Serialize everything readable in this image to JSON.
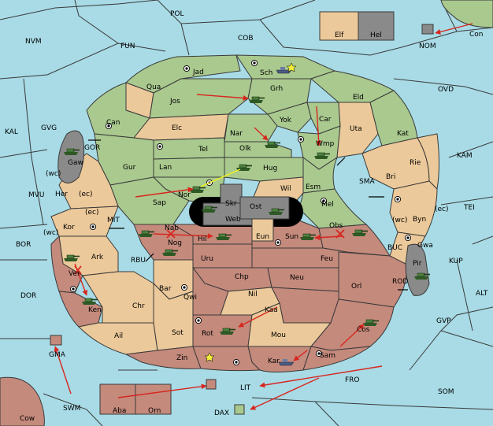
{
  "colors": {
    "sea": "#a8dbe6",
    "green": "#a9c98e",
    "tan": "#ecc99a",
    "rose": "#c48a7c",
    "gray": "#8a8a8a",
    "hub": "#888888",
    "line": "#3a3a3a",
    "unit": "#4d7f3e",
    "order": "#d8261e",
    "support": "#f4f41a"
  },
  "map_labels": {
    "pol": "POL",
    "nvm": "NVM",
    "fun": "FUN",
    "cob": "COB",
    "con": "Con",
    "nom": "NOM",
    "elf": "Elf",
    "hel": "Hel",
    "ovd": "OVD",
    "kal": "KAL",
    "gvg": "GVG",
    "gor": "GOR",
    "gaw": "Gaw",
    "wc1": "(wc)",
    "ec1": "(ec)",
    "her": "Her",
    "mvu": "MVU",
    "kor": "Kor",
    "ec2": "(ec)",
    "wc2": "(wc)",
    "mit": "MIT",
    "bor": "BOR",
    "ark": "Ark",
    "rbu": "RBU",
    "dor": "DOR",
    "ver": "Ver",
    "ken": "Ken",
    "chr": "Chr",
    "ail": "Ail",
    "gma": "GMA",
    "swm": "SWM",
    "cow": "Cow",
    "aba": "Aba",
    "orn": "Orn",
    "lit": "LIT",
    "dax": "DAX",
    "fro": "FRO",
    "som": "SOM",
    "gvp": "GVP",
    "alt": "ALT",
    "kup": "KUP",
    "tei": "TEI",
    "kam": "KAM",
    "sma": "SMA",
    "buc": "BUC",
    "rod": "ROD",
    "pir": "Pir",
    "gwa": "Gwa",
    "ec3": "(ec)",
    "wc3": "(wc)",
    "byn": "Byn",
    "rie": "Rie",
    "bri": "Bri",
    "kat": "Kat",
    "uta": "Uta",
    "eld": "Eld",
    "car": "Car",
    "wmp": "Wmp",
    "yok": "Yok",
    "grh": "Grh",
    "sch": "Sch",
    "jad": "Jad",
    "qua": "Qua",
    "jos": "Jos",
    "can": "Can",
    "elc": "Elc",
    "nar": "Nar",
    "olk": "Olk",
    "tel": "Tel",
    "gur": "Gur",
    "lan": "Lan",
    "hug": "Hug",
    "wil": "Wil",
    "esm": "Esm",
    "mel": "Mel",
    "nor": "Nor",
    "sap": "Sap",
    "skr": "Skr",
    "web": "Web",
    "ost": "Ost",
    "eun": "Eun",
    "nab": "Nab",
    "hil": "Hil",
    "nog": "Nog",
    "sun": "Sun",
    "obs": "Obs",
    "uru": "Uru",
    "feu": "Feu",
    "bar": "Bar",
    "chp": "Chp",
    "neu": "Neu",
    "orl": "Orl",
    "qwi": "Qwi",
    "nil": "Nil",
    "kaa": "Kaa",
    "rot": "Rot",
    "mou": "Mou",
    "cos": "Cos",
    "sot": "Sot",
    "zin": "Zin",
    "kar": "Kar",
    "sam": "Sam"
  }
}
